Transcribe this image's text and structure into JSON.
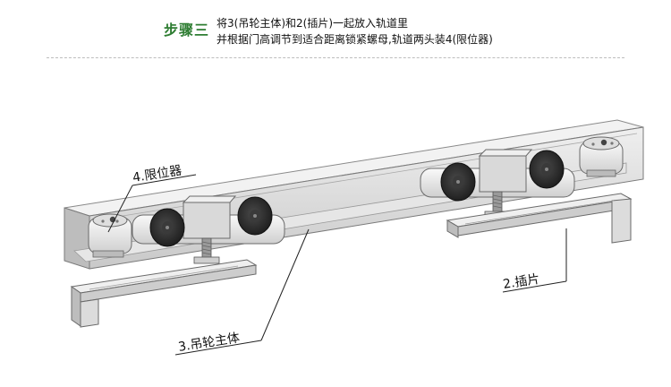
{
  "header": {
    "step_label": "步骤三",
    "instruction_line1": "将3(吊轮主体)和2(插片)一起放入轨道里",
    "instruction_line2": "并根据门高调节到适合距离锁紧螺母,轨道两头装4(限位器)"
  },
  "callouts": {
    "stopper": "4.限位器",
    "hanger_body": "3.吊轮主体",
    "insert_plate": "2.插片"
  },
  "colors": {
    "step_label": "#2e7d32",
    "rail": "#d8d8d8",
    "rail_dark": "#9e9e9e",
    "wheel": "#2b2b2b"
  }
}
